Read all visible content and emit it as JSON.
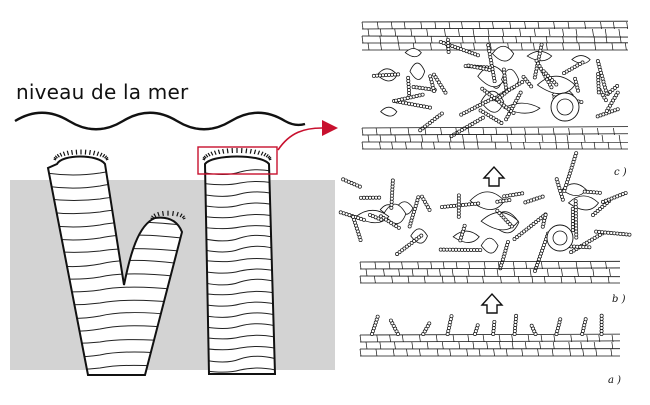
{
  "sea_level_label": "niveau de la mer",
  "panel_labels": {
    "a": "a )",
    "b": "b )",
    "c": "c )"
  },
  "colors": {
    "water": "#d3d3d3",
    "highlight_box": "#c8102e",
    "ink": "#111111",
    "background": "#ffffff"
  }
}
